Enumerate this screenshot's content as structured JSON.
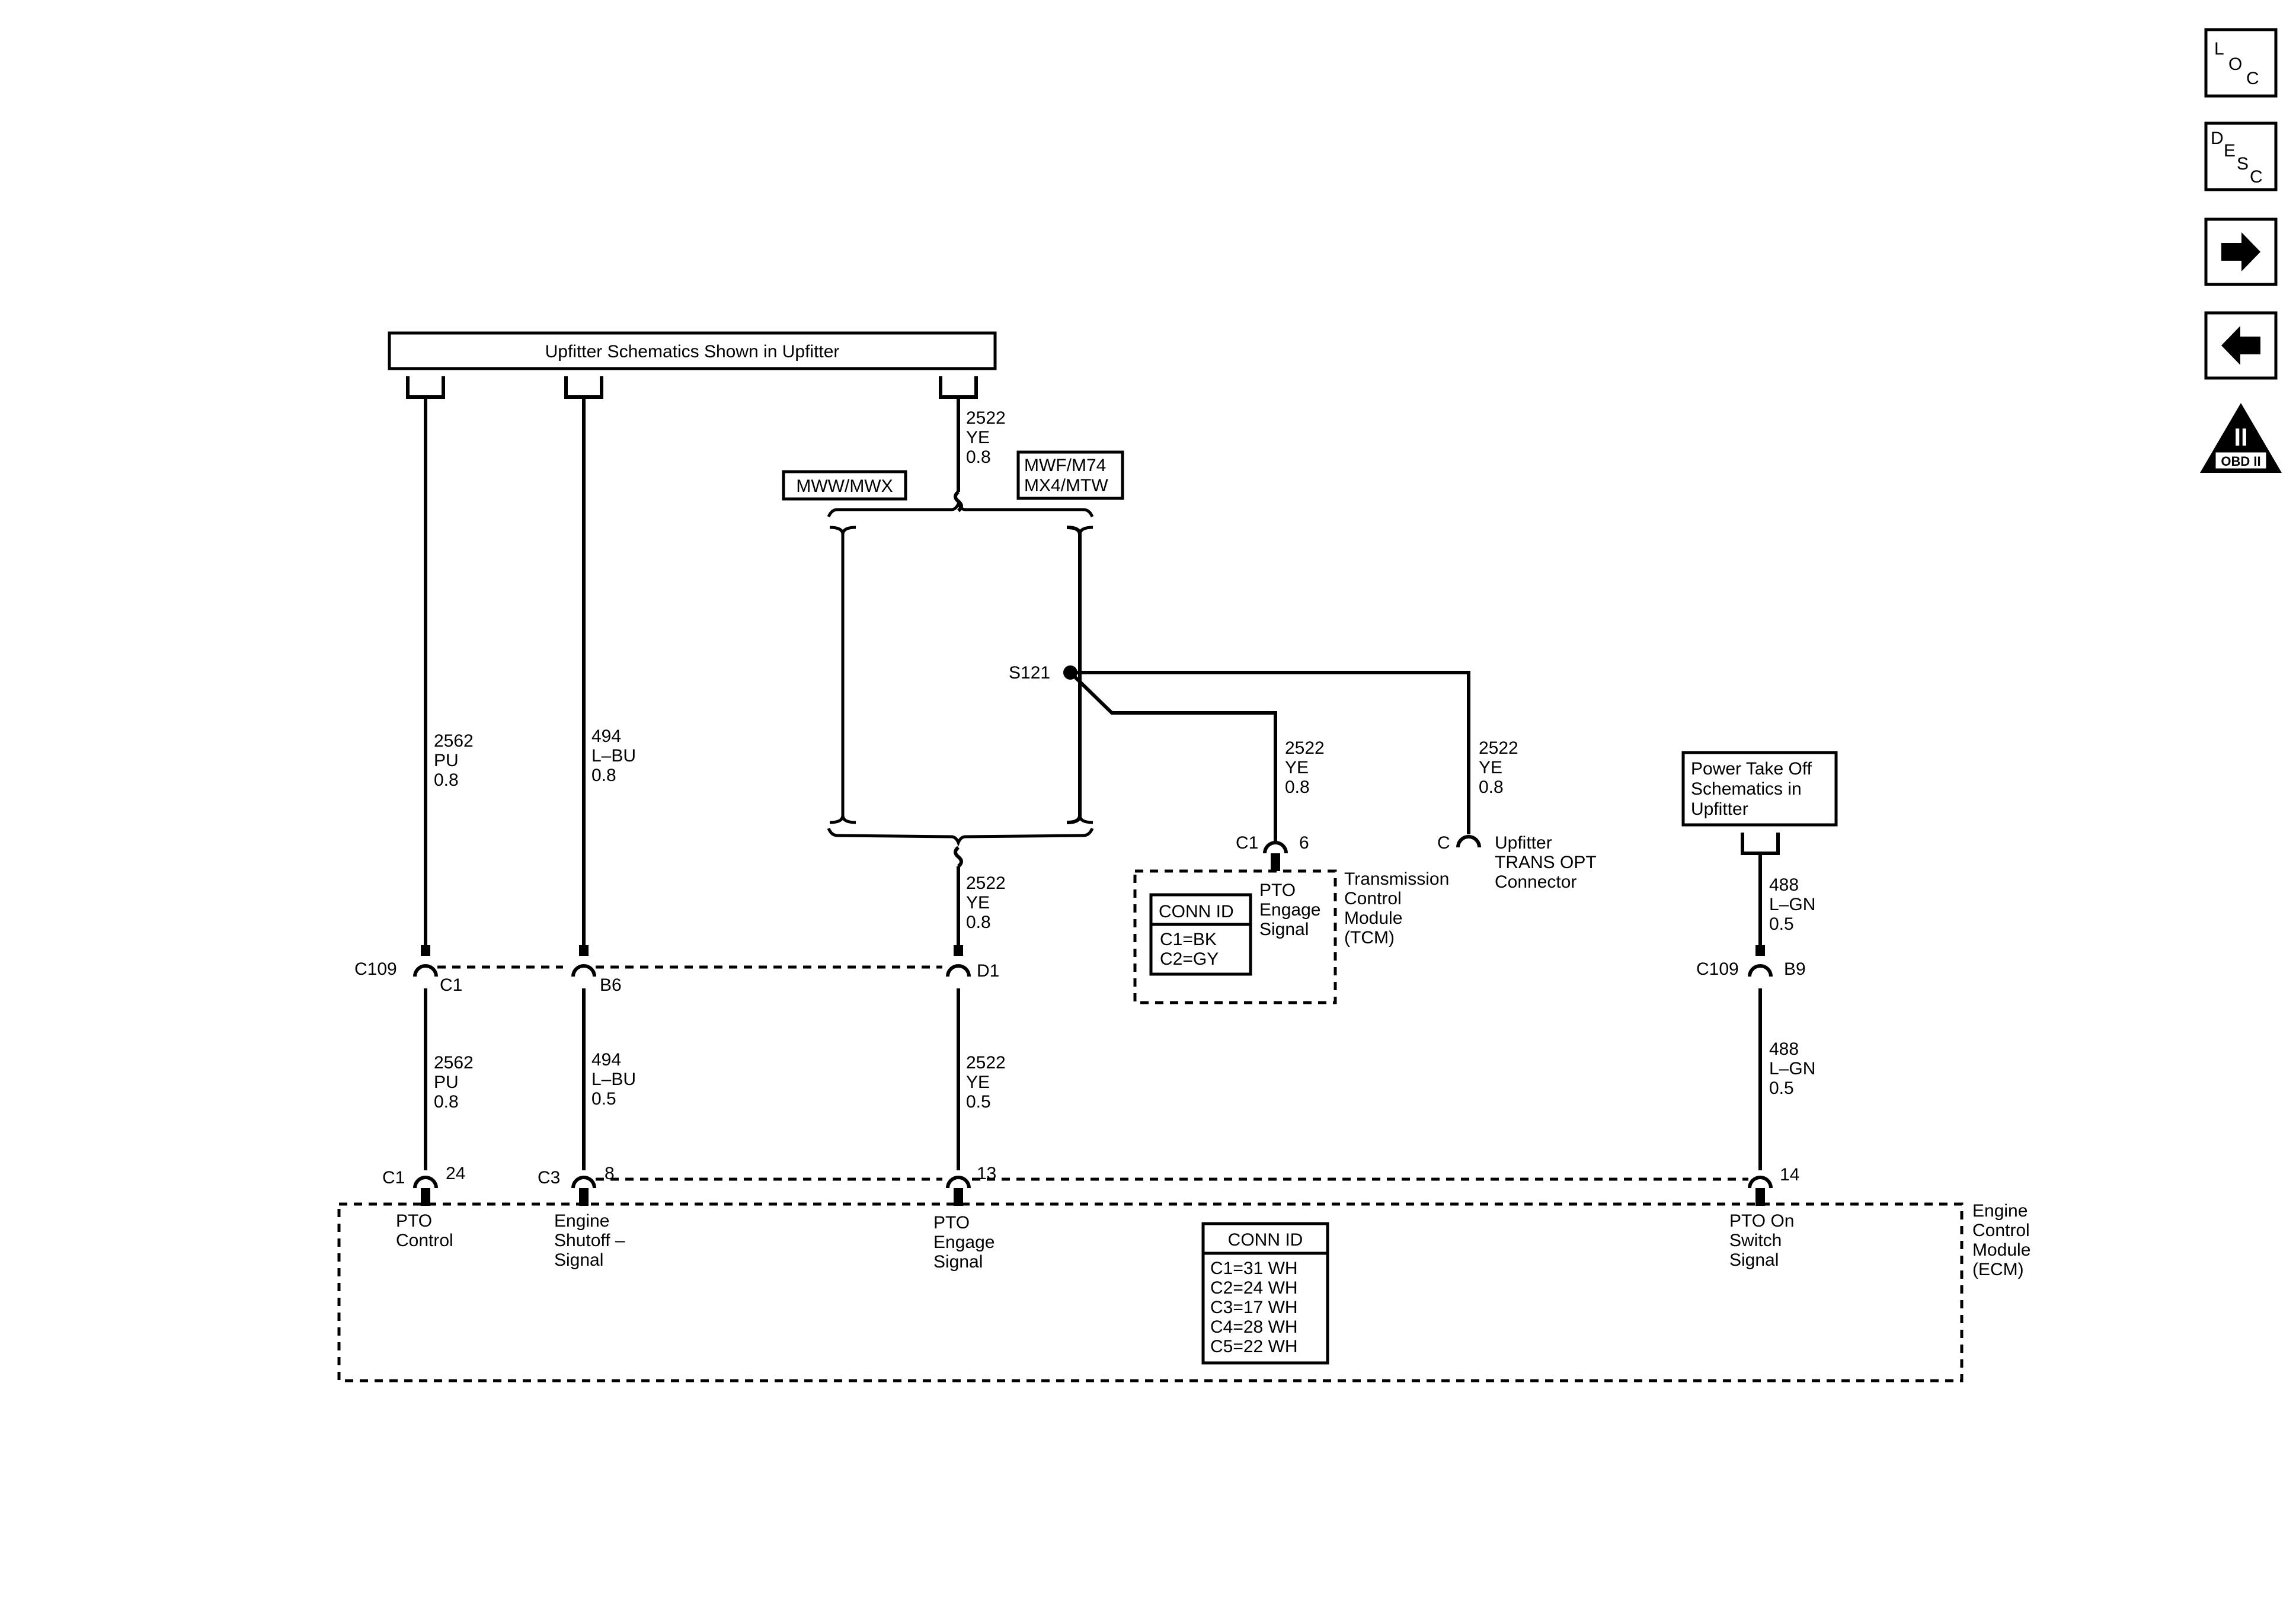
{
  "nav": {
    "loc": {
      "l1": "L",
      "l2": "O",
      "l3": "C"
    },
    "desc": {
      "l1": "D",
      "l2": "E",
      "l3": "S",
      "l4": "C"
    },
    "obd_numeral": "II",
    "obd_label": "OBD II"
  },
  "header_box": "Upfitter Schematics Shown in Upfitter",
  "option_boxes": {
    "left": "MWW/MWX",
    "right_line1": "MWF/M74",
    "right_line2": "MX4/MTW"
  },
  "splice": "S121",
  "wires": {
    "pu_upper": [
      "2562",
      "PU",
      "0.8"
    ],
    "lbu_upper": [
      "494",
      "L–BU",
      "0.8"
    ],
    "ye_top": [
      "2522",
      "YE",
      "0.8"
    ],
    "ye_mid": [
      "2522",
      "YE",
      "0.8"
    ],
    "ye_tcm": [
      "2522",
      "YE",
      "0.8"
    ],
    "ye_opt": [
      "2522",
      "YE",
      "0.8"
    ],
    "lgn_upper": [
      "488",
      "L–GN",
      "0.5"
    ],
    "pu_lower": [
      "2562",
      "PU",
      "0.8"
    ],
    "lbu_lower": [
      "494",
      "L–BU",
      "0.5"
    ],
    "ye_lower": [
      "2522",
      "YE",
      "0.5"
    ],
    "lgn_lower": [
      "488",
      "L–GN",
      "0.5"
    ]
  },
  "power_take_off_box": [
    "Power Take Off",
    "Schematics in",
    "Upfitter"
  ],
  "tcm": {
    "conn_label": "C1",
    "pin": "6",
    "signal": [
      "PTO",
      "Engage",
      "Signal"
    ],
    "module": [
      "Transmission",
      "Control",
      "Module",
      "(TCM)"
    ],
    "conn_id_title": "CONN ID",
    "conn_id_rows": [
      "C1=BK",
      "C2=GY"
    ]
  },
  "upfitter_connector": {
    "conn_label": "C",
    "label": [
      "Upfitter",
      "TRANS OPT",
      "Connector"
    ]
  },
  "c109": {
    "left_label": "C109",
    "right_label": "C109",
    "pins": [
      "C1",
      "B6",
      "D1",
      "B9"
    ]
  },
  "ecm": {
    "conn_c1": "C1",
    "conn_c3": "C3",
    "pins": [
      "24",
      "8",
      "13",
      "14"
    ],
    "signals": {
      "pto_control": [
        "PTO",
        "Control"
      ],
      "engine_shutoff": [
        "Engine",
        "Shutoff –",
        "Signal"
      ],
      "pto_engage": [
        "PTO",
        "Engage",
        "Signal"
      ],
      "pto_on": [
        "PTO On",
        "Switch",
        "Signal"
      ]
    },
    "module": [
      "Engine",
      "Control",
      "Module",
      "(ECM)"
    ],
    "conn_id_title": "CONN ID",
    "conn_id_rows": [
      "C1=31 WH",
      "C2=24 WH",
      "C3=17 WH",
      "C4=28 WH",
      "C5=22 WH"
    ]
  }
}
